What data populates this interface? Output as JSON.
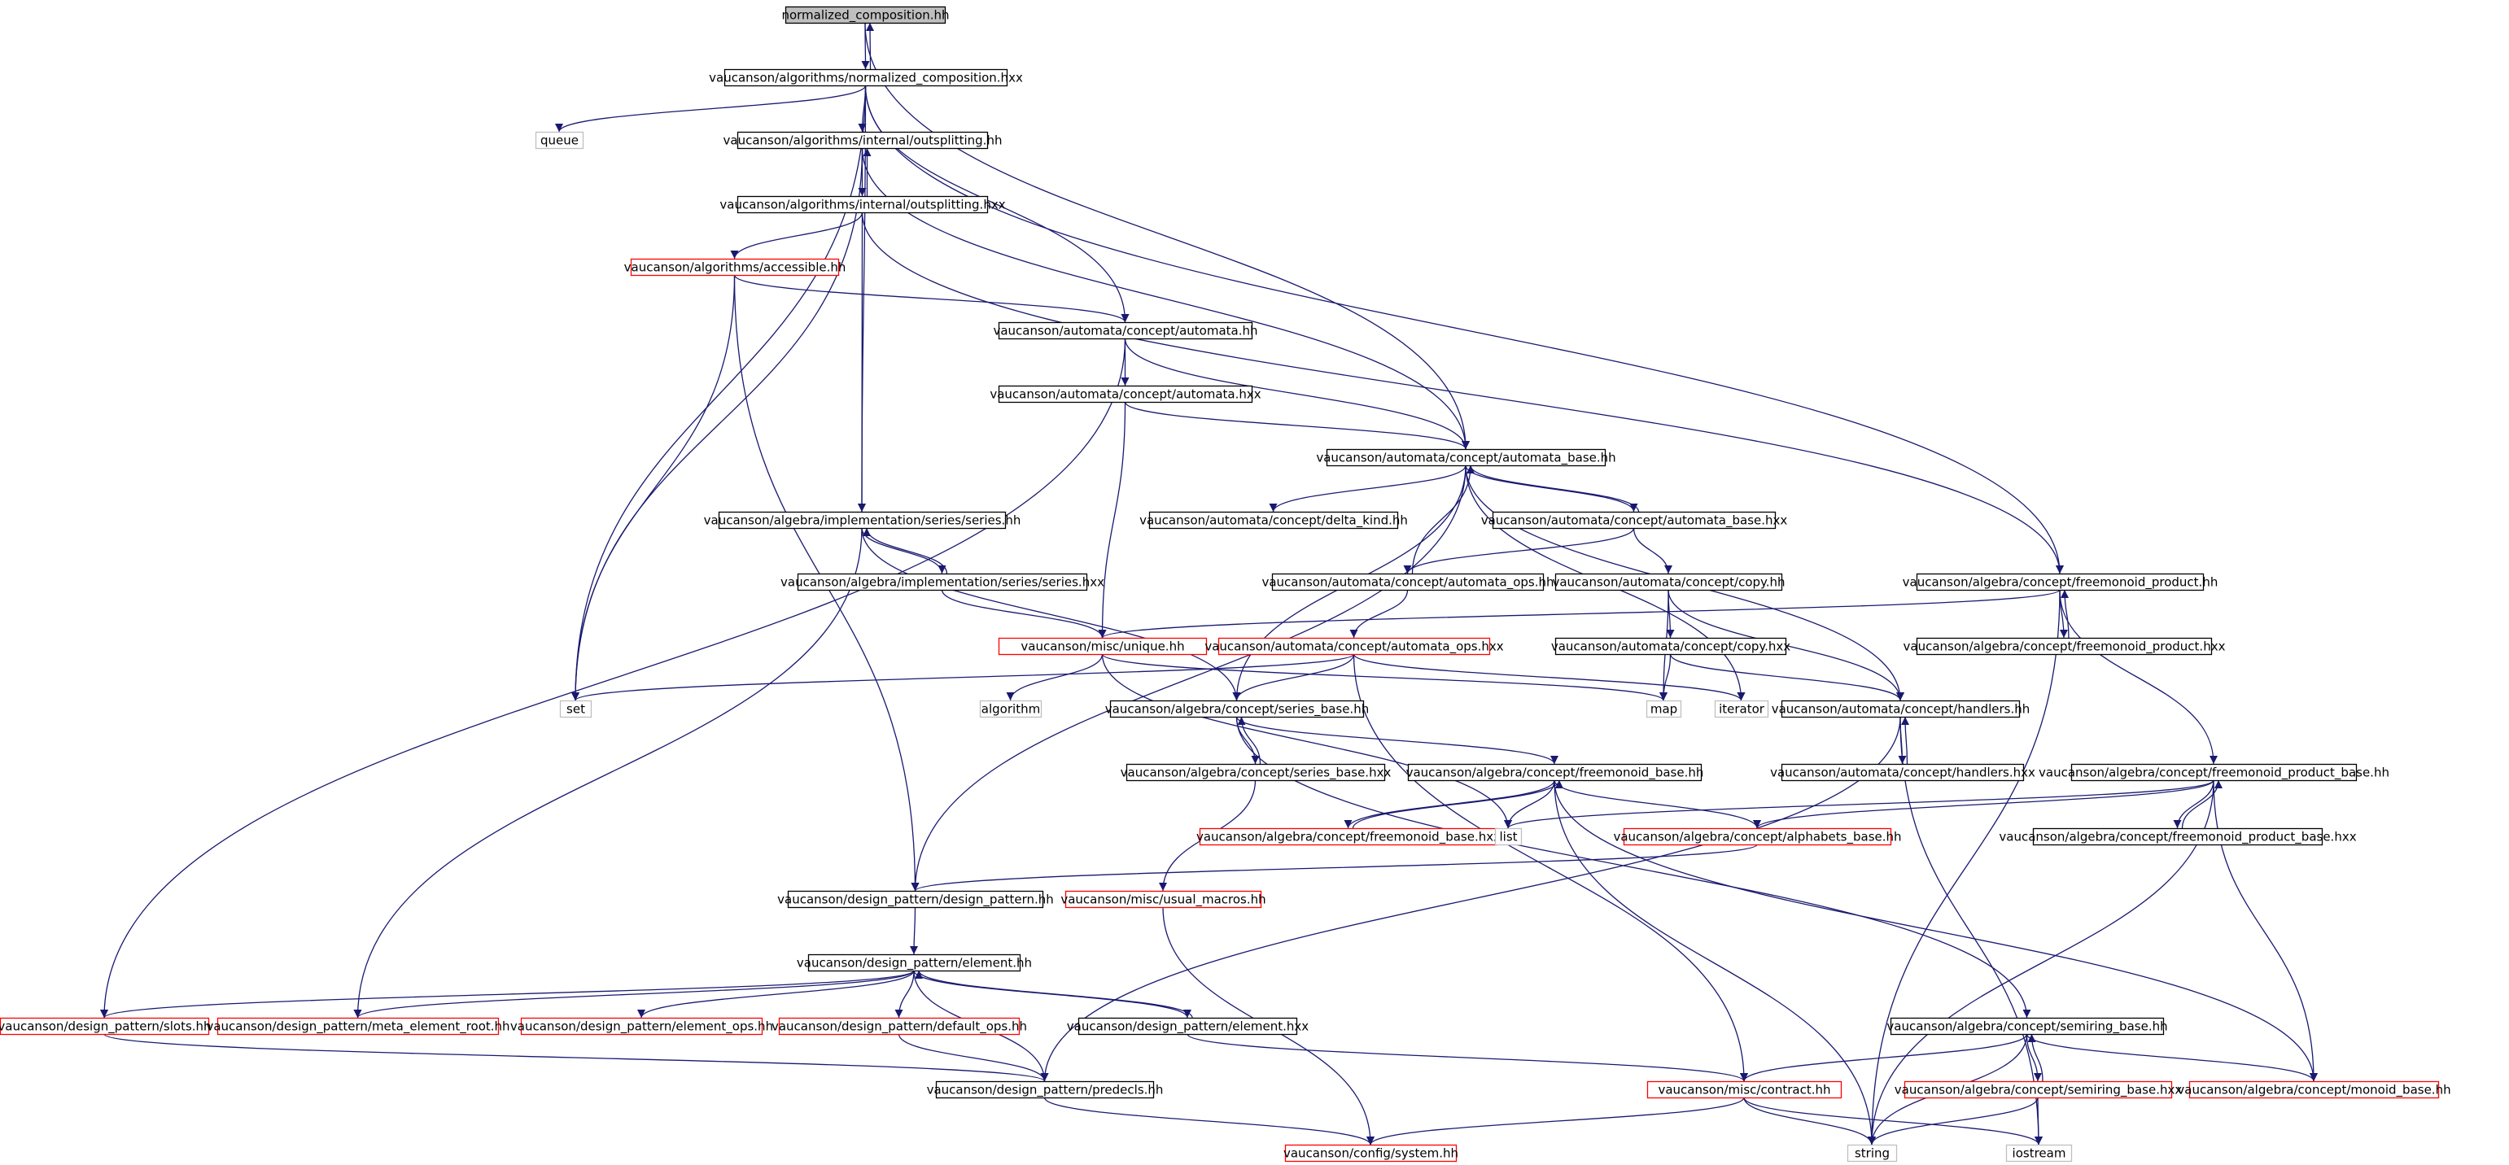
{
  "colors": {
    "edge": "#191970",
    "border_normal": "#000000",
    "border_incomplete": "#ff0000",
    "border_external": "#bfbfbf",
    "fill_root": "#bfbfbf",
    "fill_node": "#ffffff",
    "text": "#000000"
  },
  "graph": {
    "nodes": [
      {
        "id": "n_nc_hh",
        "label": "normalized_composition.hh",
        "kind": "root"
      },
      {
        "id": "n_nc_hxx",
        "label": "vaucanson/algorithms/normalized_composition.hxx",
        "kind": "normal"
      },
      {
        "id": "n_queue",
        "label": "queue",
        "kind": "external"
      },
      {
        "id": "n_out_hh",
        "label": "vaucanson/algorithms/internal/outsplitting.hh",
        "kind": "normal"
      },
      {
        "id": "n_out_hxx",
        "label": "vaucanson/algorithms/internal/outsplitting.hxx",
        "kind": "normal"
      },
      {
        "id": "n_acc_hh",
        "label": "vaucanson/algorithms/accessible.hh",
        "kind": "incomplete"
      },
      {
        "id": "n_auto_hh",
        "label": "vaucanson/automata/concept/automata.hh",
        "kind": "normal"
      },
      {
        "id": "n_auto_hxx",
        "label": "vaucanson/automata/concept/automata.hxx",
        "kind": "normal"
      },
      {
        "id": "n_ab_hh",
        "label": "vaucanson/automata/concept/automata_base.hh",
        "kind": "normal"
      },
      {
        "id": "n_delta",
        "label": "vaucanson/automata/concept/delta_kind.hh",
        "kind": "normal"
      },
      {
        "id": "n_ab_hxx",
        "label": "vaucanson/automata/concept/automata_base.hxx",
        "kind": "normal"
      },
      {
        "id": "n_series_hh",
        "label": "vaucanson/algebra/implementation/series/series.hh",
        "kind": "normal"
      },
      {
        "id": "n_series_hxx",
        "label": "vaucanson/algebra/implementation/series/series.hxx",
        "kind": "normal"
      },
      {
        "id": "n_aops_hh",
        "label": "vaucanson/automata/concept/automata_ops.hh",
        "kind": "normal"
      },
      {
        "id": "n_copy_hh",
        "label": "vaucanson/automata/concept/copy.hh",
        "kind": "normal"
      },
      {
        "id": "n_fp_hh",
        "label": "vaucanson/algebra/concept/freemonoid_product.hh",
        "kind": "normal"
      },
      {
        "id": "n_unique",
        "label": "vaucanson/misc/unique.hh",
        "kind": "incomplete"
      },
      {
        "id": "n_aops_hxx",
        "label": "vaucanson/automata/concept/automata_ops.hxx",
        "kind": "incomplete"
      },
      {
        "id": "n_copy_hxx",
        "label": "vaucanson/automata/concept/copy.hxx",
        "kind": "normal"
      },
      {
        "id": "n_fp_hxx",
        "label": "vaucanson/algebra/concept/freemonoid_product.hxx",
        "kind": "normal"
      },
      {
        "id": "n_set",
        "label": "set",
        "kind": "external"
      },
      {
        "id": "n_algorithm",
        "label": "algorithm",
        "kind": "external"
      },
      {
        "id": "n_sb_hh",
        "label": "vaucanson/algebra/concept/series_base.hh",
        "kind": "normal"
      },
      {
        "id": "n_map",
        "label": "map",
        "kind": "external"
      },
      {
        "id": "n_iterator",
        "label": "iterator",
        "kind": "external"
      },
      {
        "id": "n_handlers_hh",
        "label": "vaucanson/automata/concept/handlers.hh",
        "kind": "normal"
      },
      {
        "id": "n_sb_hxx",
        "label": "vaucanson/algebra/concept/series_base.hxx",
        "kind": "normal"
      },
      {
        "id": "n_fb_hh",
        "label": "vaucanson/algebra/concept/freemonoid_base.hh",
        "kind": "normal"
      },
      {
        "id": "n_handlers_hxx",
        "label": "vaucanson/automata/concept/handlers.hxx",
        "kind": "normal"
      },
      {
        "id": "n_fpb_hh",
        "label": "vaucanson/algebra/concept/freemonoid_product_base.hh",
        "kind": "normal"
      },
      {
        "id": "n_fb_hxx",
        "label": "vaucanson/algebra/concept/freemonoid_base.hxx",
        "kind": "incomplete"
      },
      {
        "id": "n_list",
        "label": "list",
        "kind": "external"
      },
      {
        "id": "n_alpha",
        "label": "vaucanson/algebra/concept/alphabets_base.hh",
        "kind": "incomplete"
      },
      {
        "id": "n_fpb_hxx",
        "label": "vaucanson/algebra/concept/freemonoid_product_base.hxx",
        "kind": "normal"
      },
      {
        "id": "n_dp_hh",
        "label": "vaucanson/design_pattern/design_pattern.hh",
        "kind": "normal"
      },
      {
        "id": "n_usual",
        "label": "vaucanson/misc/usual_macros.hh",
        "kind": "incomplete"
      },
      {
        "id": "n_el_hh",
        "label": "vaucanson/design_pattern/element.hh",
        "kind": "normal"
      },
      {
        "id": "n_slots",
        "label": "vaucanson/design_pattern/slots.hh",
        "kind": "incomplete"
      },
      {
        "id": "n_meta",
        "label": "vaucanson/design_pattern/meta_element_root.hh",
        "kind": "incomplete"
      },
      {
        "id": "n_elops",
        "label": "vaucanson/design_pattern/element_ops.hh",
        "kind": "incomplete"
      },
      {
        "id": "n_defops",
        "label": "vaucanson/design_pattern/default_ops.hh",
        "kind": "incomplete"
      },
      {
        "id": "n_el_hxx",
        "label": "vaucanson/design_pattern/element.hxx",
        "kind": "normal"
      },
      {
        "id": "n_srb_hh",
        "label": "vaucanson/algebra/concept/semiring_base.hh",
        "kind": "normal"
      },
      {
        "id": "n_predecls",
        "label": "vaucanson/design_pattern/predecls.hh",
        "kind": "normal"
      },
      {
        "id": "n_contract",
        "label": "vaucanson/misc/contract.hh",
        "kind": "incomplete"
      },
      {
        "id": "n_srb_hxx",
        "label": "vaucanson/algebra/concept/semiring_base.hxx",
        "kind": "incomplete"
      },
      {
        "id": "n_mb_hh",
        "label": "vaucanson/algebra/concept/monoid_base.hh",
        "kind": "incomplete"
      },
      {
        "id": "n_system",
        "label": "vaucanson/config/system.hh",
        "kind": "incomplete"
      },
      {
        "id": "n_string",
        "label": "string",
        "kind": "external"
      },
      {
        "id": "n_iostream",
        "label": "iostream",
        "kind": "external"
      }
    ],
    "edges": [
      [
        "n_nc_hh",
        "n_nc_hxx"
      ],
      [
        "n_nc_hh",
        "n_ab_hh"
      ],
      [
        "n_nc_hxx",
        "n_nc_hh"
      ],
      [
        "n_nc_hxx",
        "n_queue"
      ],
      [
        "n_nc_hxx",
        "n_set"
      ],
      [
        "n_nc_hxx",
        "n_out_hh"
      ],
      [
        "n_nc_hxx",
        "n_series_hh"
      ],
      [
        "n_nc_hxx",
        "n_auto_hh"
      ],
      [
        "n_nc_hxx",
        "n_fp_hh"
      ],
      [
        "n_out_hh",
        "n_out_hxx"
      ],
      [
        "n_out_hh",
        "n_set"
      ],
      [
        "n_out_hh",
        "n_ab_hh"
      ],
      [
        "n_out_hxx",
        "n_out_hh"
      ],
      [
        "n_out_hxx",
        "n_acc_hh"
      ],
      [
        "n_out_hxx",
        "n_series_hh"
      ],
      [
        "n_out_hxx",
        "n_fp_hh"
      ],
      [
        "n_acc_hh",
        "n_set"
      ],
      [
        "n_acc_hh",
        "n_auto_hh"
      ],
      [
        "n_acc_hh",
        "n_dp_hh"
      ],
      [
        "n_auto_hh",
        "n_auto_hxx"
      ],
      [
        "n_auto_hh",
        "n_ab_hh"
      ],
      [
        "n_auto_hh",
        "n_slots"
      ],
      [
        "n_auto_hxx",
        "n_ab_hh"
      ],
      [
        "n_auto_hxx",
        "n_unique"
      ],
      [
        "n_ab_hh",
        "n_delta"
      ],
      [
        "n_ab_hh",
        "n_ab_hxx"
      ],
      [
        "n_ab_hh",
        "n_sb_hh"
      ],
      [
        "n_ab_hh",
        "n_dp_hh"
      ],
      [
        "n_ab_hh",
        "n_iterator"
      ],
      [
        "n_ab_hh",
        "n_handlers_hh"
      ],
      [
        "n_ab_hxx",
        "n_ab_hh"
      ],
      [
        "n_ab_hxx",
        "n_aops_hh"
      ],
      [
        "n_ab_hxx",
        "n_copy_hh"
      ],
      [
        "n_series_hh",
        "n_series_hxx"
      ],
      [
        "n_series_hh",
        "n_sb_hh"
      ],
      [
        "n_series_hh",
        "n_meta"
      ],
      [
        "n_series_hxx",
        "n_series_hh"
      ],
      [
        "n_series_hxx",
        "n_unique"
      ],
      [
        "n_aops_hh",
        "n_ab_hh"
      ],
      [
        "n_aops_hh",
        "n_aops_hxx"
      ],
      [
        "n_copy_hh",
        "n_copy_hxx"
      ],
      [
        "n_copy_hh",
        "n_map"
      ],
      [
        "n_copy_hh",
        "n_handlers_hh"
      ],
      [
        "n_fp_hh",
        "n_fp_hxx"
      ],
      [
        "n_fp_hh",
        "n_unique"
      ],
      [
        "n_fp_hh",
        "n_fpb_hh"
      ],
      [
        "n_fp_hh",
        "n_string"
      ],
      [
        "n_fp_hxx",
        "n_fp_hh"
      ],
      [
        "n_unique",
        "n_algorithm"
      ],
      [
        "n_unique",
        "n_map"
      ],
      [
        "n_unique",
        "n_list"
      ],
      [
        "n_aops_hxx",
        "n_set"
      ],
      [
        "n_aops_hxx",
        "n_sb_hh"
      ],
      [
        "n_aops_hxx",
        "n_iterator"
      ],
      [
        "n_aops_hxx",
        "n_contract"
      ],
      [
        "n_copy_hxx",
        "n_map"
      ],
      [
        "n_copy_hxx",
        "n_handlers_hh"
      ],
      [
        "n_sb_hh",
        "n_sb_hxx"
      ],
      [
        "n_sb_hh",
        "n_fb_hh"
      ],
      [
        "n_sb_hh",
        "n_srb_hh"
      ],
      [
        "n_sb_hxx",
        "n_sb_hh"
      ],
      [
        "n_sb_hxx",
        "n_usual"
      ],
      [
        "n_handlers_hh",
        "n_handlers_hxx"
      ],
      [
        "n_handlers_hh",
        "n_predecls"
      ],
      [
        "n_handlers_hh",
        "n_iostream"
      ],
      [
        "n_handlers_hxx",
        "n_handlers_hh"
      ],
      [
        "n_fb_hh",
        "n_fb_hxx"
      ],
      [
        "n_fb_hh",
        "n_list"
      ],
      [
        "n_fb_hh",
        "n_alpha"
      ],
      [
        "n_fb_hh",
        "n_mb_hh"
      ],
      [
        "n_fb_hh",
        "n_string"
      ],
      [
        "n_fb_hxx",
        "n_fb_hh"
      ],
      [
        "n_fpb_hh",
        "n_fpb_hxx"
      ],
      [
        "n_fpb_hh",
        "n_list"
      ],
      [
        "n_fpb_hh",
        "n_alpha"
      ],
      [
        "n_fpb_hh",
        "n_mb_hh"
      ],
      [
        "n_fpb_hh",
        "n_string"
      ],
      [
        "n_fpb_hxx",
        "n_fpb_hh"
      ],
      [
        "n_alpha",
        "n_dp_hh"
      ],
      [
        "n_dp_hh",
        "n_el_hh"
      ],
      [
        "n_usual",
        "n_system"
      ],
      [
        "n_el_hh",
        "n_slots"
      ],
      [
        "n_el_hh",
        "n_meta"
      ],
      [
        "n_el_hh",
        "n_elops"
      ],
      [
        "n_el_hh",
        "n_defops"
      ],
      [
        "n_el_hh",
        "n_el_hxx"
      ],
      [
        "n_el_hh",
        "n_predecls"
      ],
      [
        "n_el_hxx",
        "n_el_hh"
      ],
      [
        "n_el_hxx",
        "n_contract"
      ],
      [
        "n_slots",
        "n_predecls"
      ],
      [
        "n_defops",
        "n_predecls"
      ],
      [
        "n_srb_hh",
        "n_srb_hxx"
      ],
      [
        "n_srb_hh",
        "n_contract"
      ],
      [
        "n_srb_hh",
        "n_mb_hh"
      ],
      [
        "n_srb_hh",
        "n_string"
      ],
      [
        "n_srb_hxx",
        "n_srb_hh"
      ],
      [
        "n_srb_hxx",
        "n_iostream"
      ],
      [
        "n_srb_hxx",
        "n_string"
      ],
      [
        "n_predecls",
        "n_system"
      ],
      [
        "n_contract",
        "n_system"
      ],
      [
        "n_contract",
        "n_string"
      ],
      [
        "n_contract",
        "n_iostream"
      ]
    ]
  }
}
